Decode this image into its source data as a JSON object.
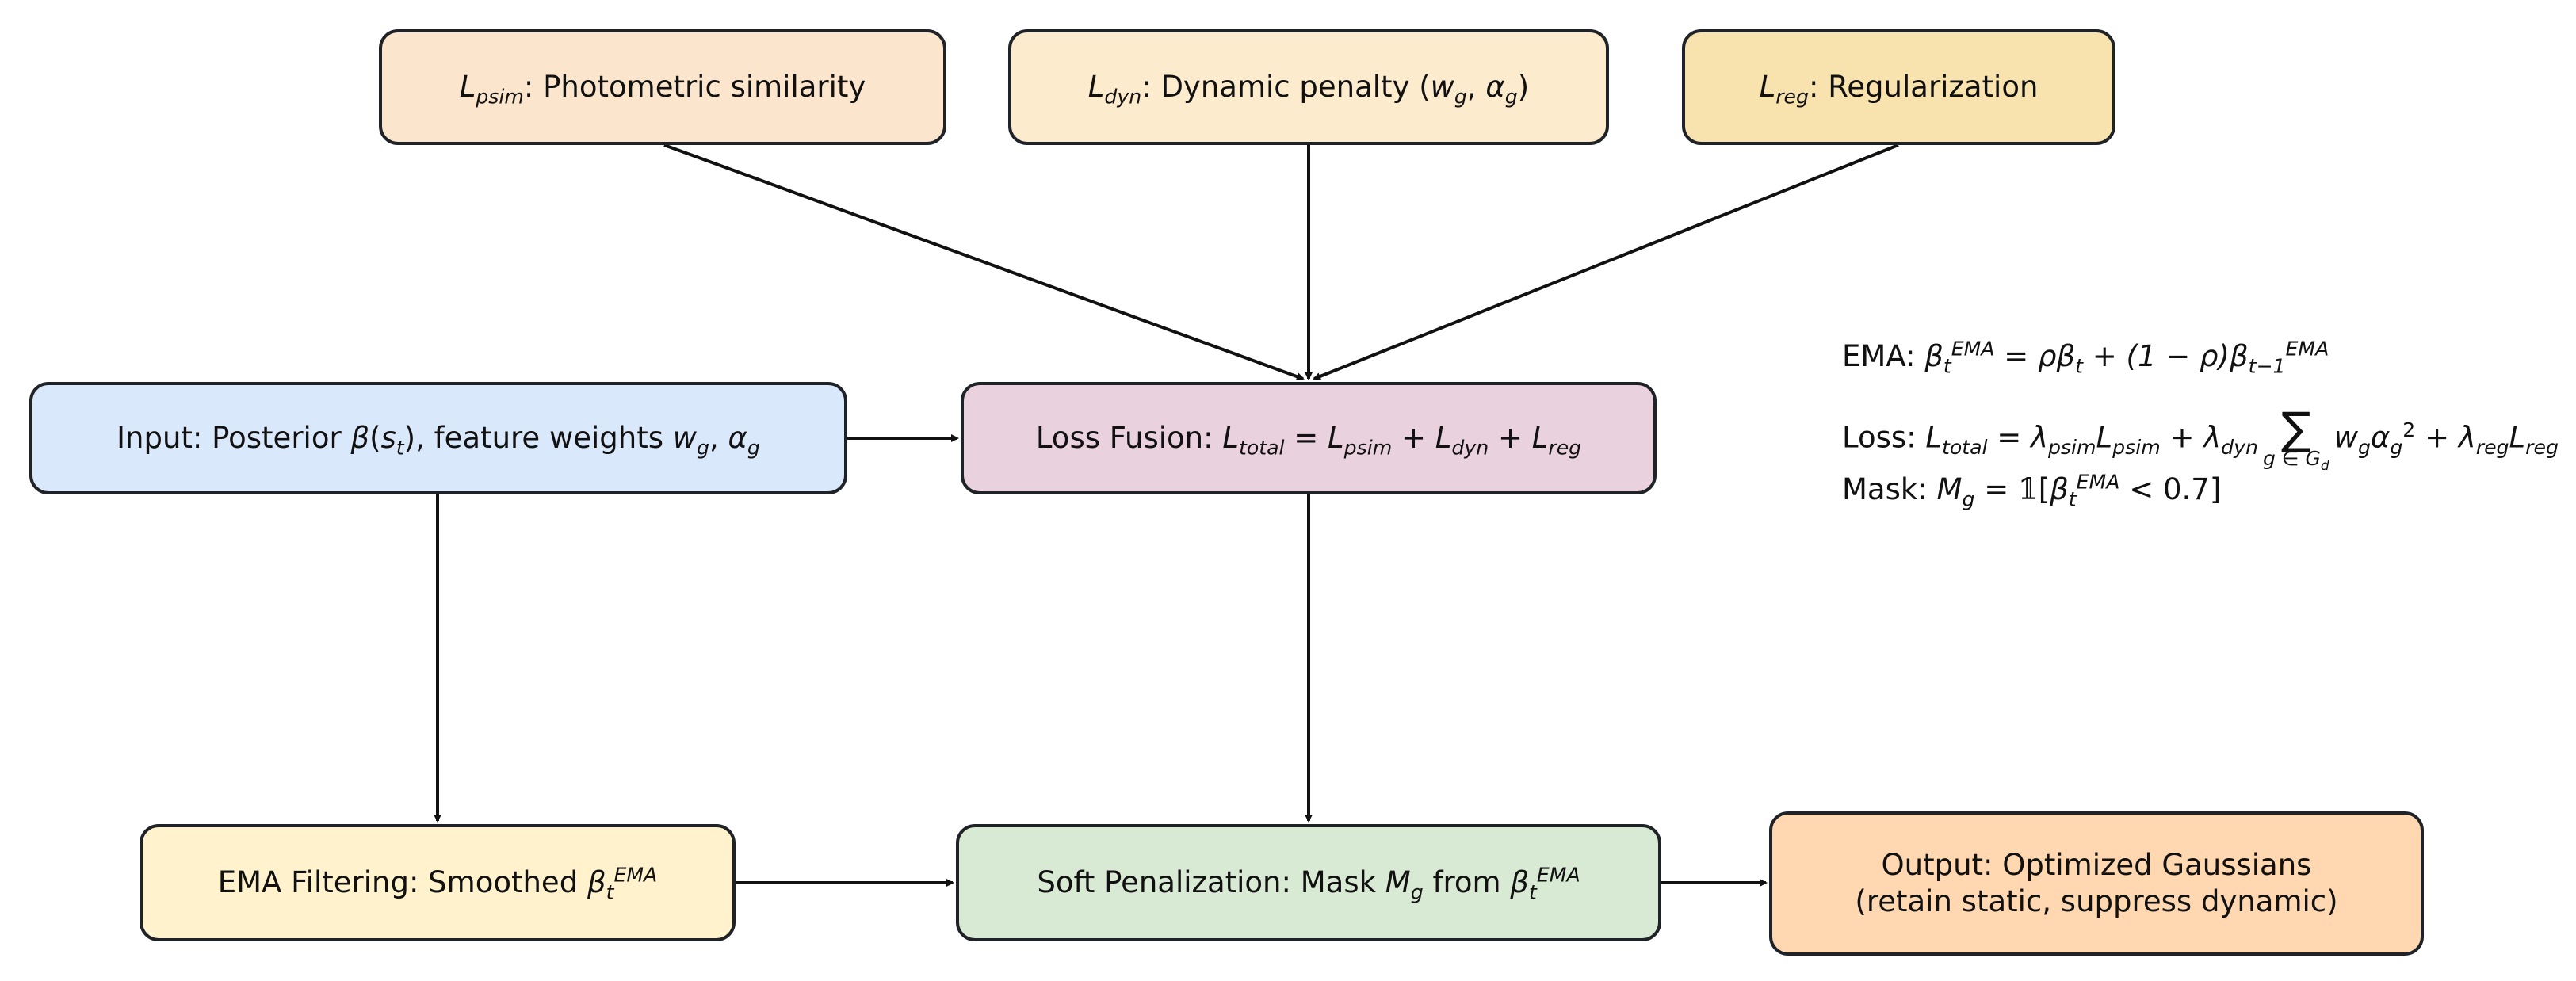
{
  "colors": {
    "lpsim": "#fce5cd",
    "ldyn": "#fcebcd",
    "lreg": "#f8e2ad",
    "input": "#dae8fc",
    "fusion": "#e9d1dd",
    "ema": "#fff2cc",
    "soft": "#d9ead4",
    "output": "#ffd7b0",
    "border": "#1f2328"
  },
  "nodes": {
    "lpsim": {
      "sym": "L",
      "sub": "psim",
      "text": ": Photometric similarity"
    },
    "ldyn": {
      "sym": "L",
      "sub": "dyn",
      "text": ": Dynamic penalty (",
      "w": "w",
      "wsub": "g",
      "comma": ", ",
      "a": "α",
      "asub": "g",
      "close": ")"
    },
    "lreg": {
      "sym": "L",
      "sub": "reg",
      "text": ": Regularization"
    },
    "input": {
      "prefix": "Input: Posterior ",
      "beta": "β",
      "arg_open": "(",
      "s": "s",
      "ssub": "t",
      "arg_close": ")",
      "mid": ", feature weights ",
      "w": "w",
      "wsub": "g",
      "comma": ", ",
      "a": "α",
      "asub": "g"
    },
    "fusion": {
      "prefix": "Loss Fusion: ",
      "lhs": "L",
      "lhs_sub": "total",
      "eq": " = ",
      "t1": "L",
      "t1_sub": "psim",
      "plus1": " + ",
      "t2": "L",
      "t2_sub": "dyn",
      "plus2": " + ",
      "t3": "L",
      "t3_sub": "reg"
    },
    "ema": {
      "prefix": "EMA Filtering: Smoothed ",
      "beta": "β",
      "sub": "t",
      "sup": "EMA"
    },
    "soft": {
      "prefix": "Soft Penalization: Mask ",
      "m": "M",
      "msub": "g",
      "mid": " from ",
      "beta": "β",
      "sub": "t",
      "sup": "EMA"
    },
    "output": {
      "line1": "Output: Optimized Gaussians",
      "line2": "(retain static, suppress dynamic)"
    }
  },
  "equations": {
    "ema": {
      "label": "EMA: ",
      "beta": "β",
      "sub": "t",
      "sup": "EMA",
      "rhs1": " = ρβ",
      "rhs1_sub": "t",
      "rhs2": " + (1 − ρ)β",
      "rhs2_sub": "t−1",
      "rhs2_sup": "EMA"
    },
    "loss": {
      "label": "Loss: ",
      "lhs": "L",
      "lhs_sub": "total",
      "eq": " = λ",
      "l1_sub": "psim",
      "t1": "L",
      "t1_sub": "psim",
      "plus": " + λ",
      "l2_sub": "dyn",
      "sum": "∑",
      "sum_lim": "g ∈ G",
      "sum_lim_sub": "d",
      "w": "w",
      "w_sub": "g",
      "a": "α",
      "a_sub": "g",
      "a_sup": "2",
      "plus2": " + λ",
      "l3_sub": "reg",
      "t3": "L",
      "t3_sub": "reg"
    },
    "mask": {
      "label": "Mask: ",
      "m": "M",
      "m_sub": "g",
      "eq": " = ",
      "ind": "𝟙",
      "open": "[",
      "beta": "β",
      "sub": "t",
      "sup": "EMA",
      "cmp": " < 0.7]"
    }
  }
}
